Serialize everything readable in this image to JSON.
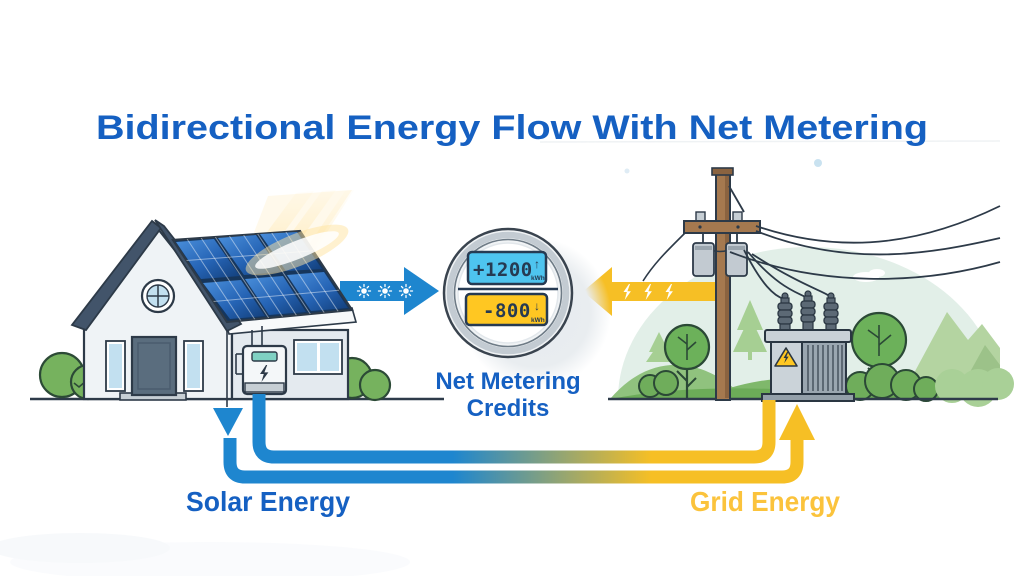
{
  "title": "Bidirectional Energy Flow With Net Metering",
  "meter": {
    "top_value": "+1200",
    "top_arrow": "↑",
    "top_unit": "kWh",
    "bottom_value": "-800",
    "bottom_arrow": "↓",
    "bottom_unit": "kWh",
    "caption_line1": "Net Metering",
    "caption_line2": "Credits"
  },
  "labels": {
    "solar": "Solar Energy",
    "grid": "Grid Energy"
  },
  "icons": {
    "solar_flow": "sun-icon",
    "grid_flow": "lightning-icon",
    "transformer_warning": "high-voltage-warning-icon",
    "inverter": "lightning-icon"
  },
  "colors": {
    "title_blue": "#1560C2",
    "solar_blue": "#1E86CF",
    "grid_yellow": "#F6BF25",
    "label_yellow": "#FBC33C",
    "display_blue": "#4EC4EF",
    "display_yellow": "#FFC722",
    "display_text": "#263A52"
  }
}
